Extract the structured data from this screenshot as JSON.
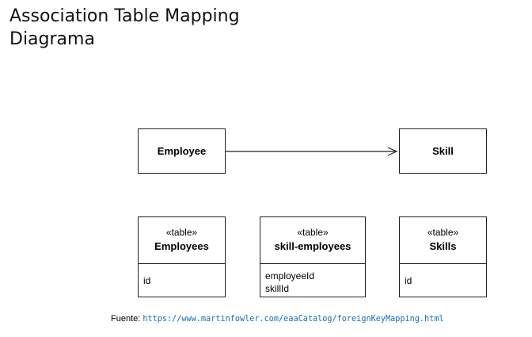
{
  "title": {
    "line1": "Association Table Mapping",
    "line2": "Diagrama"
  },
  "diagram": {
    "classes": {
      "employee": "Employee",
      "skill": "Skill"
    },
    "tables": {
      "employees": {
        "stereotype": "«table»",
        "name": "Employees",
        "columns": [
          "id"
        ]
      },
      "skill_employees": {
        "stereotype": "«table»",
        "name": "skill-employees",
        "columns": [
          "employeeId",
          "skillId"
        ]
      },
      "skills": {
        "stereotype": "«table»",
        "name": "Skills",
        "columns": [
          "id"
        ]
      }
    }
  },
  "source": {
    "label": "Fuente:",
    "url": "https://www.martinfowler.com/eaaCatalog/foreignKeyMapping.html",
    "link_color": "#1a6fb0"
  }
}
